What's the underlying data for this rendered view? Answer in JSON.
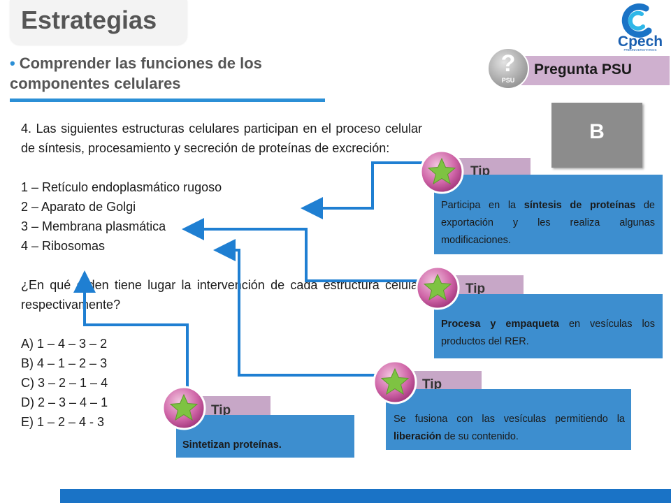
{
  "header": {
    "title": "Estrategias",
    "subtitle": "Comprender las funciones de los componentes celulares",
    "logo_text": "Cpech",
    "logo_subtext": "PREUNIVERSITARIOS"
  },
  "psu_badge": {
    "icon_glyph": "?",
    "icon_text": "PSU",
    "label": "Pregunta PSU"
  },
  "answer": {
    "letter": "B"
  },
  "question": {
    "stem": "4. Las siguientes estructuras celulares participan en el proceso celular de síntesis, procesamiento y secreción de proteínas de excreción:",
    "structures": [
      "1 – Retículo endoplasmático rugoso",
      "2 – Aparato de Golgi",
      "3 – Membrana plasmática",
      "4 – Ribosomas"
    ],
    "prompt": "¿En qué orden tiene lugar la intervención de cada estructura celular respectivamente?",
    "options": [
      "A) 1 – 4 – 3 – 2",
      "B) 4 – 1 – 2 – 3",
      "C) 3 – 2 – 1 – 4",
      "D) 2 – 3 – 4 – 1",
      "E) 1 – 2 – 4 - 3"
    ]
  },
  "tips": [
    {
      "label": "Tip",
      "text_before": "Participa en la ",
      "text_bold": "síntesis de proteínas",
      "text_after": " de exportación y les realiza algunas modificaciones."
    },
    {
      "label": "Tip",
      "text_before": "",
      "text_bold": "Procesa y empaqueta",
      "text_after": " en vesículas los productos del RER."
    },
    {
      "label": "Tip",
      "text_before": "Se fusiona con las vesículas permitiendo la ",
      "text_bold": "liberación",
      "text_after": " de su contenido."
    },
    {
      "label": "Tip",
      "text_before": "",
      "text_bold": "Sintetizan proteínas.",
      "text_after": ""
    }
  ],
  "colors": {
    "accent_blue": "#2b8fd6",
    "tip_box_blue": "#3d8ecf",
    "tip_label_purple": "#c7a7c7",
    "star_green": "#7ec342",
    "badge_magenta": "#c0508e",
    "answer_gray": "#8c8c8c",
    "connector_blue": "#1f7fd2"
  }
}
